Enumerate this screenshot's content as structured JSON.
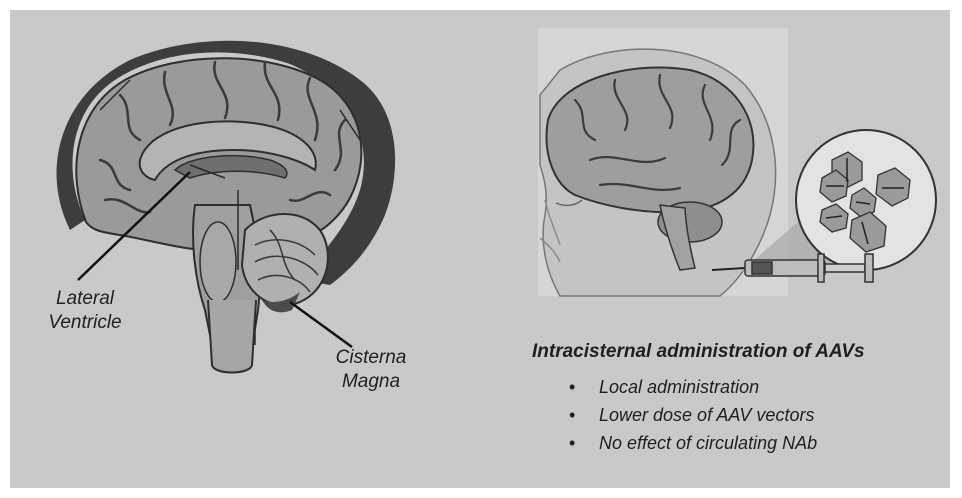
{
  "labels": {
    "lateral_ventricle": [
      "Lateral",
      "Ventricle"
    ],
    "cisterna_magna": [
      "Cisterna",
      "Magna"
    ]
  },
  "title": "Intracisternal administration of AAVs",
  "bullets": [
    "Local administration",
    "Lower dose of AAV vectors",
    "No effect of circulating NAb"
  ]
}
